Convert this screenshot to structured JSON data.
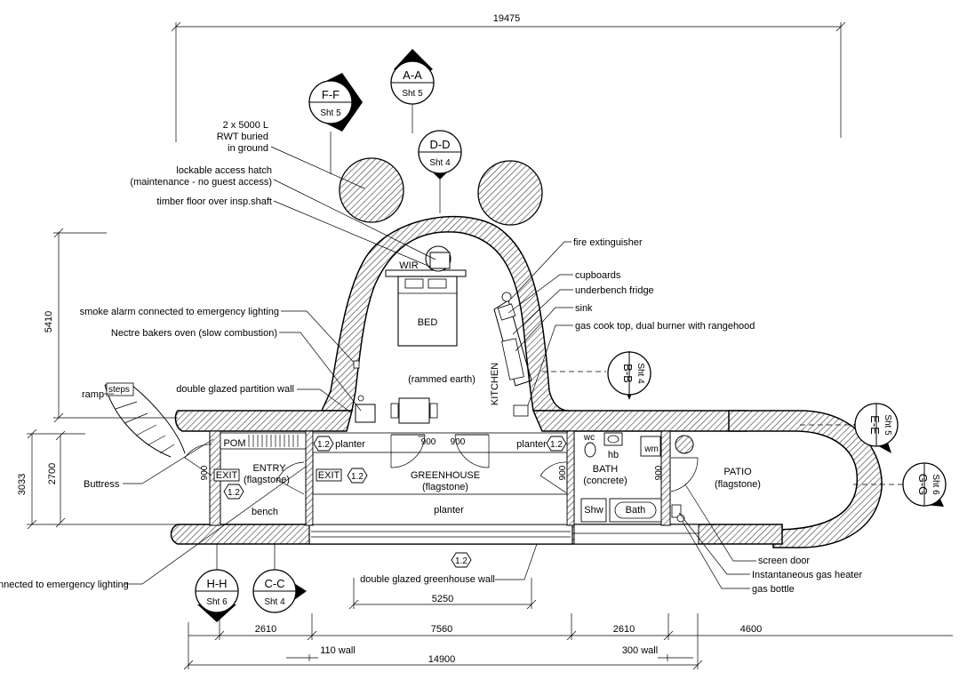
{
  "dimensions": {
    "overall_top": "19475",
    "height_upper": "5410",
    "height_lower_outer": "3033",
    "height_lower_inner": "2700",
    "d_900_1": "900",
    "d_900_2": "900",
    "d_900_entry": "900",
    "d_900_bath": "900",
    "greenhouse_wall": "5250",
    "bottom_2610_a": "2610",
    "bottom_7560": "7560",
    "bottom_2610_b": "2610",
    "bottom_4600": "4600",
    "wall_110": "110 wall",
    "wall_300": "300 wall",
    "bottom_total": "14900"
  },
  "section_markers": [
    {
      "id": "F-F",
      "sheet": "Sht 5"
    },
    {
      "id": "A-A",
      "sheet": "Sht 5"
    },
    {
      "id": "D-D",
      "sheet": "Sht 4"
    },
    {
      "id": "B-B",
      "sheet": "Sht 4"
    },
    {
      "id": "E-E",
      "sheet": "Sht 5"
    },
    {
      "id": "G-G",
      "sheet": "Sht 6"
    },
    {
      "id": "H-H",
      "sheet": "Sht 6"
    },
    {
      "id": "C-C",
      "sheet": "Sht 4"
    }
  ],
  "annotations": {
    "rwt_line1": "2 x 5000 L",
    "rwt_line2": "RWT buried",
    "rwt_line3": "in ground",
    "hatch_line1": "lockable access hatch",
    "hatch_line2": "(maintenance - no guest access)",
    "timber_floor": "timber floor over insp.shaft",
    "smoke_alarm": "smoke alarm connected to emergency lighting",
    "oven": "Nectre bakers oven (slow combustion)",
    "partition": "double glazed partition wall",
    "ramp": "ramp",
    "steps": "steps",
    "buttress": "Buttress",
    "emergency_cut": "nnected to emergency lighting",
    "fire_ext": "fire extinguisher",
    "cupboards": "cupboards",
    "fridge": "underbench fridge",
    "sink": "sink",
    "cooktop": "gas cook top, dual burner with rangehood",
    "screen_door": "screen door",
    "gas_heater": "Instantaneous gas heater",
    "gas_bottle": "gas bottle",
    "gh_wall": "double glazed greenhouse wall"
  },
  "rooms": {
    "wir": "WIR",
    "bed": "BED",
    "rammed": "(rammed earth)",
    "kitchen": "KITCHEN",
    "pom": "POM",
    "entry": "ENTRY",
    "entry_sub": "(flagstone)",
    "exit1": "EXIT",
    "exit2": "EXIT",
    "bench": "bench",
    "planter_left": "planter",
    "planter_right": "planter",
    "greenhouse": "GREENHOUSE",
    "greenhouse_sub": "(flagstone)",
    "planter_main": "planter",
    "wc": "wc",
    "hb": "hb",
    "wm": "wm",
    "bath_room": "BATH",
    "bath_sub": "(concrete)",
    "shw": "Shw",
    "bath_tub": "Bath",
    "patio": "PATIO",
    "patio_sub": "(flagstone)"
  },
  "tags": {
    "h1": "1.2",
    "h2": "1.2",
    "h3": "1.2",
    "h4": "1.2",
    "h5": "1.2"
  }
}
